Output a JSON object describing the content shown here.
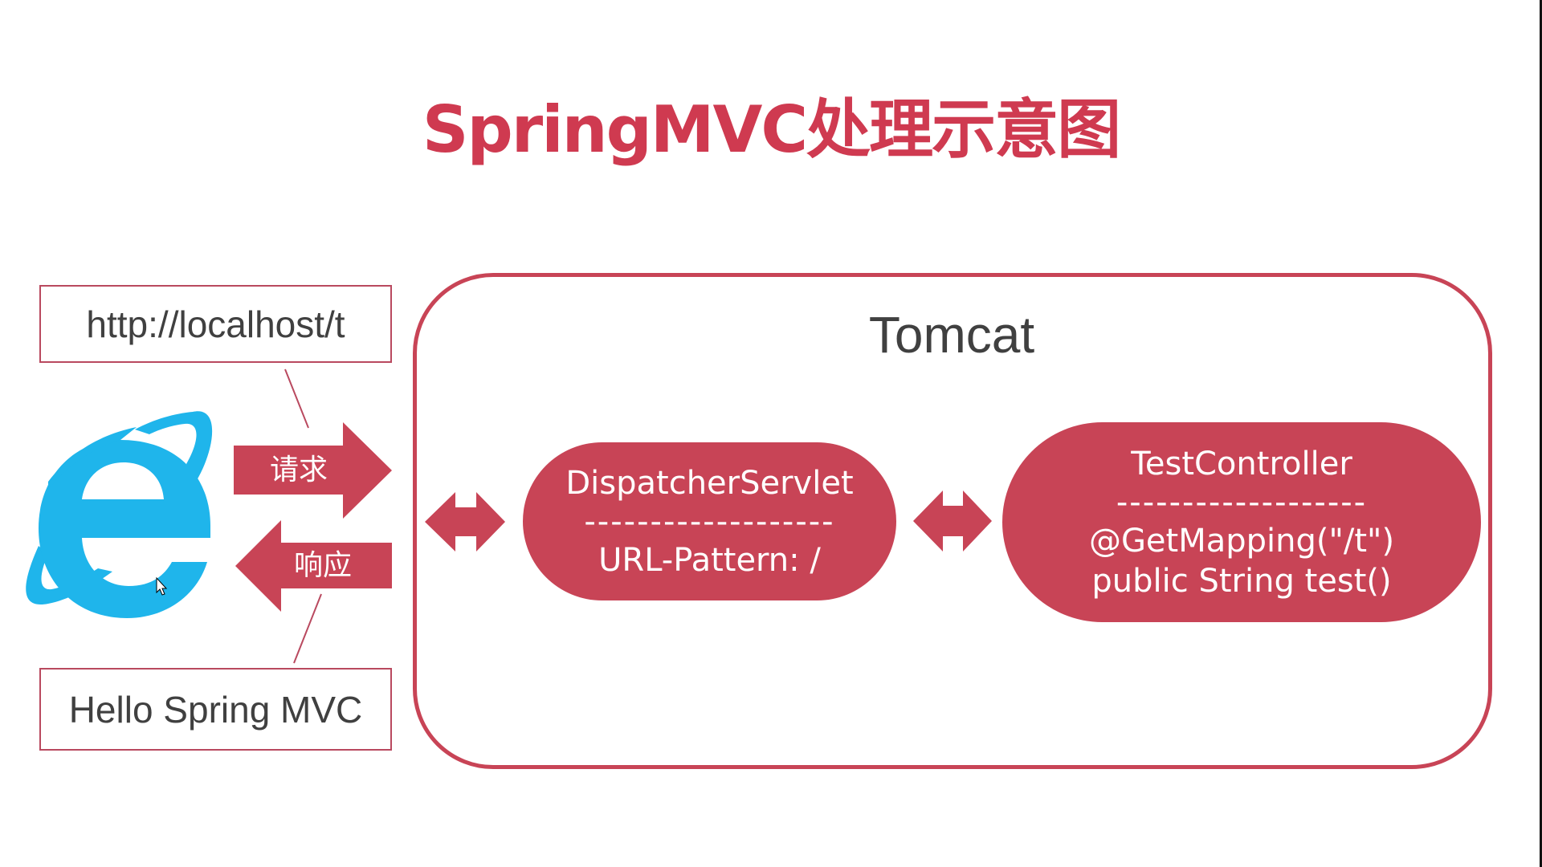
{
  "title": "SpringMVC处理示意图",
  "colors": {
    "accent": "#c84456",
    "title": "#cf3a50",
    "label_border": "#b9495f",
    "text_dark": "#404040",
    "browser_icon": "#1fb5eb"
  },
  "browser": {
    "icon": "internet-explorer-icon",
    "request_url": "http://localhost/t",
    "response_body": "Hello Spring MVC"
  },
  "arrows": {
    "request_label": "请求",
    "response_label": "响应"
  },
  "server": {
    "label": "Tomcat",
    "dispatcher": {
      "name": "DispatcherServlet",
      "divider": "-------------------",
      "detail": "URL-Pattern: /"
    },
    "controller": {
      "name": "TestController",
      "divider": "-------------------",
      "annotation": "@GetMapping(\"/t\")",
      "method": "public String test()"
    }
  }
}
